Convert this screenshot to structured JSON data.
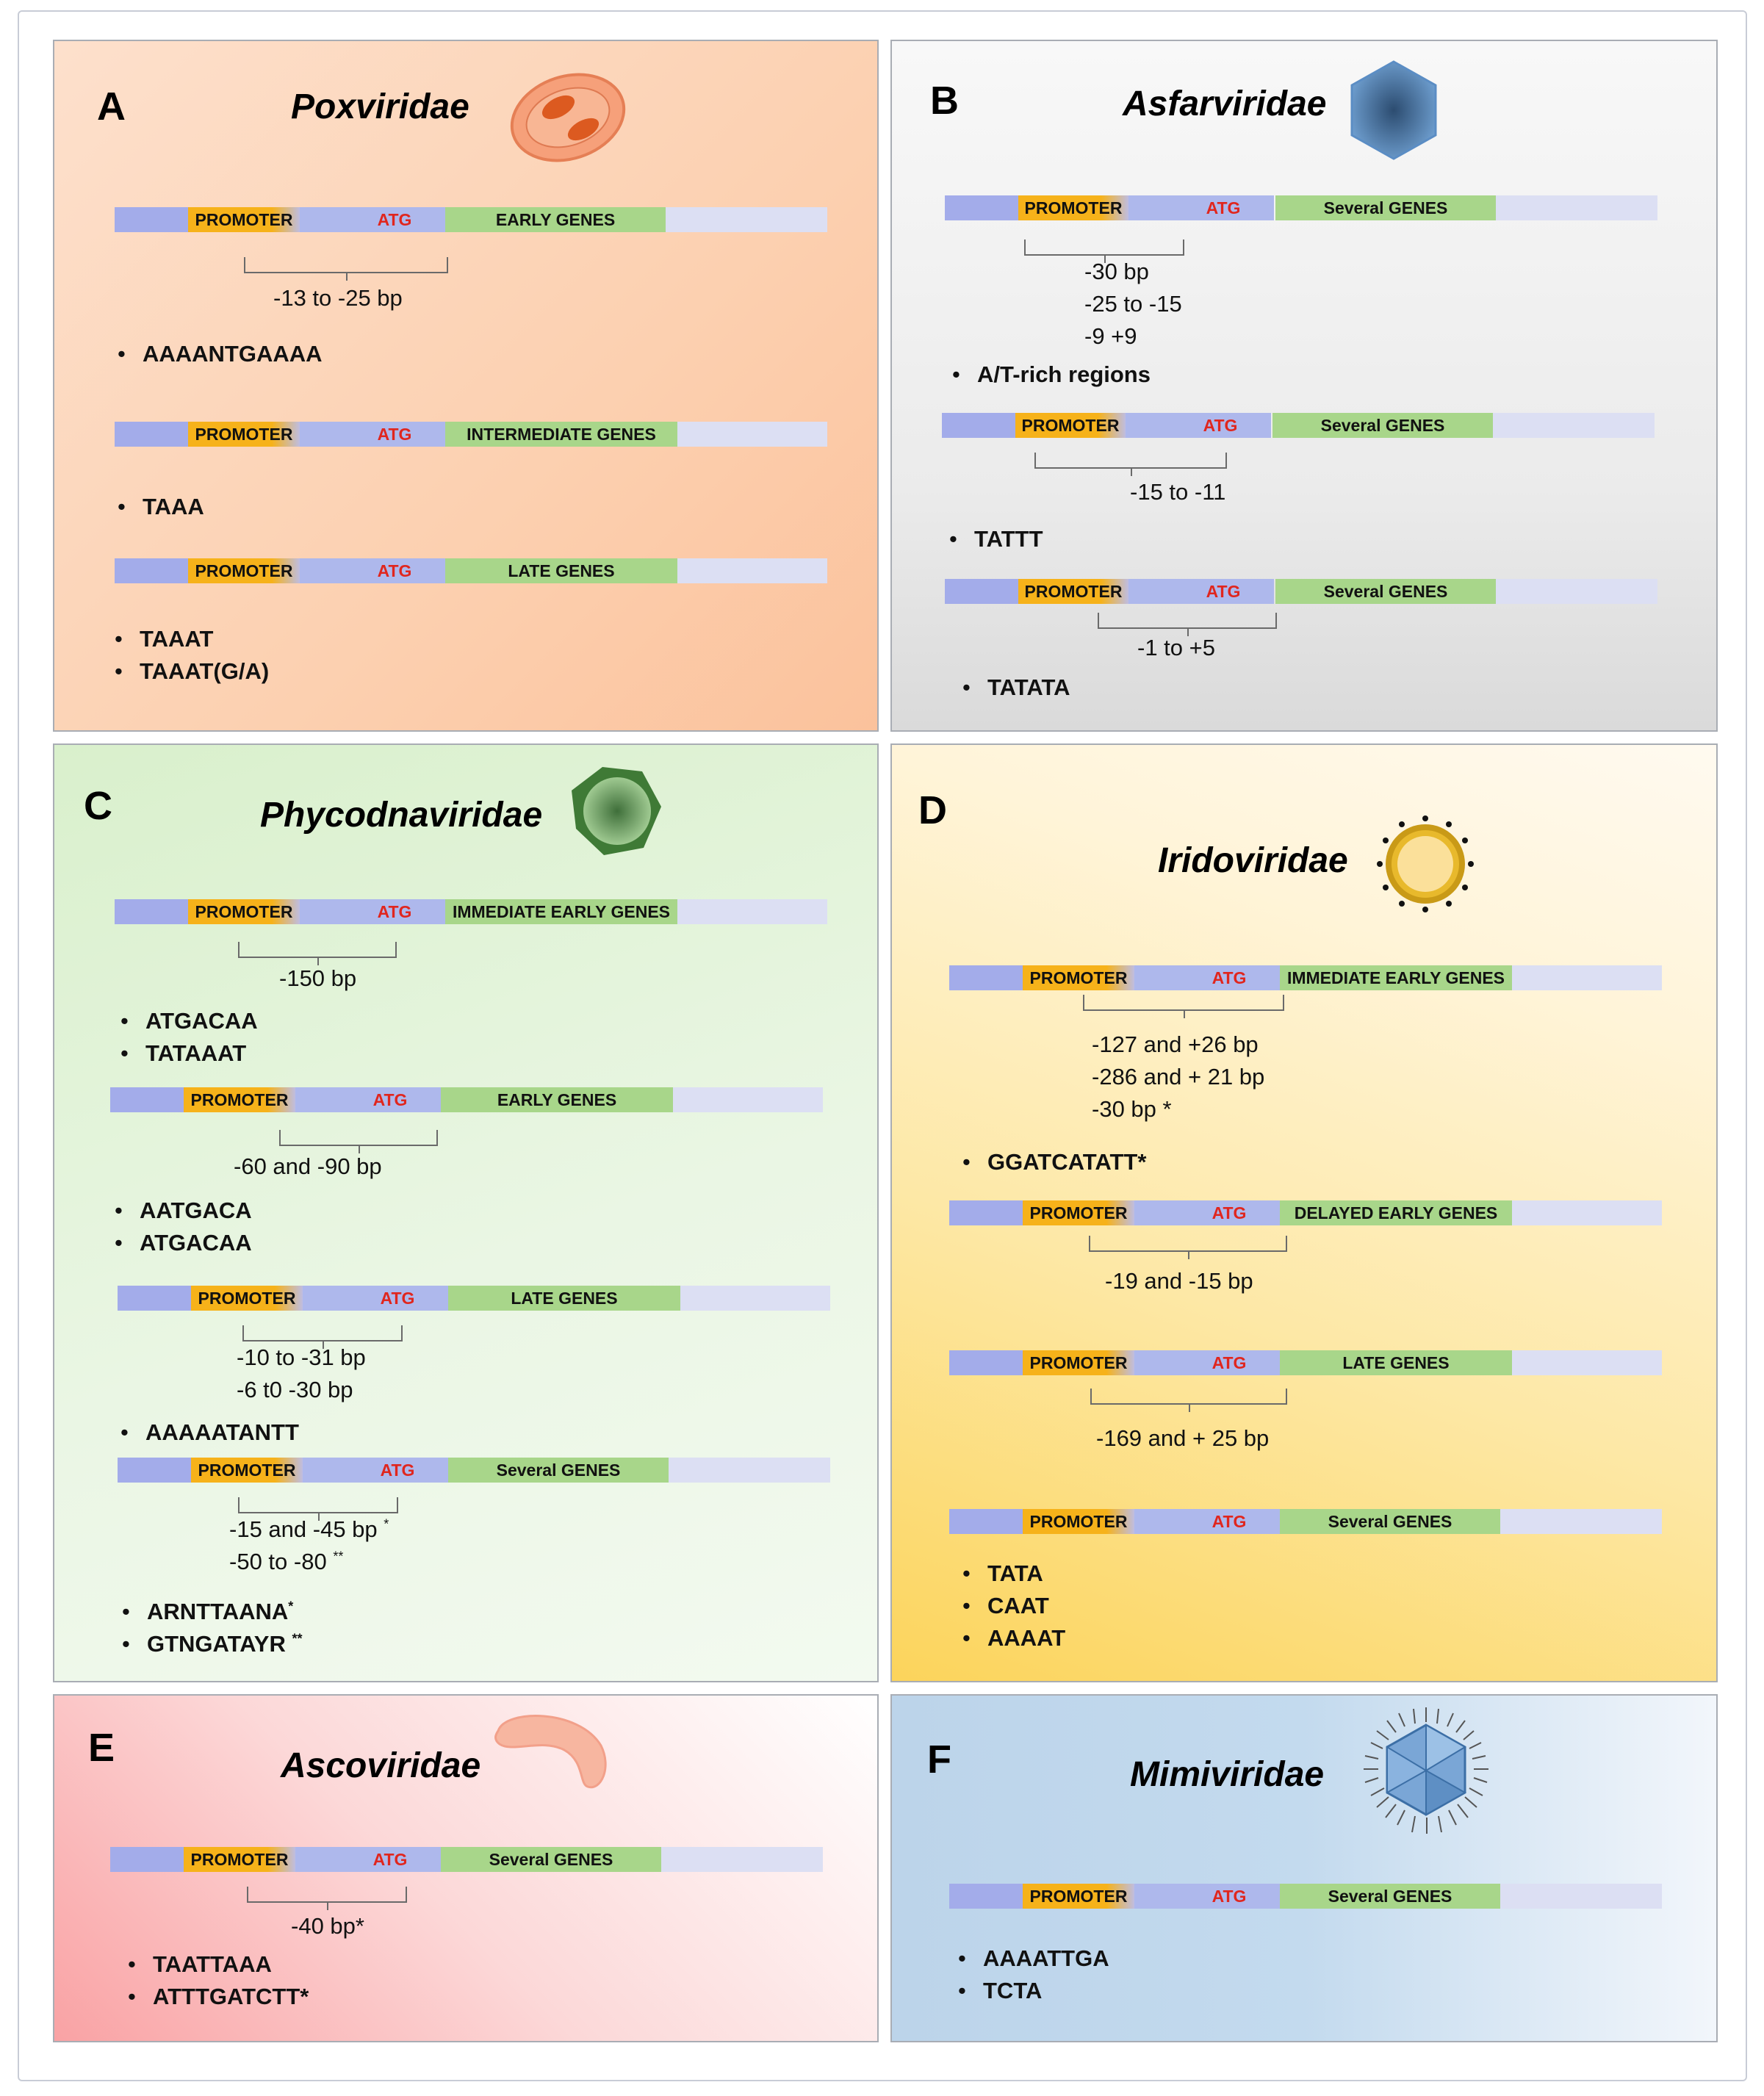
{
  "common": {
    "promoter_label": "PROMOTER",
    "atg_label": "ATG",
    "bullet": "•"
  },
  "panels": {
    "a": {
      "letter": "A",
      "title": "Poxviridae",
      "genes": [
        "EARLY GENES",
        "INTERMEDIATE GENES",
        "LATE GENES"
      ],
      "notes": [
        "-13 to -25 bp"
      ],
      "sequences": [
        "AAAANTGAAAA",
        "TAAA",
        "TAAAT",
        "TAAAT(G/A)"
      ]
    },
    "b": {
      "letter": "B",
      "title": "Asfarviridae",
      "genes": [
        "Several GENES",
        "Several GENES",
        "Several GENES"
      ],
      "notes": [
        "-30 bp",
        "-25 to -15",
        "-9 +9",
        "-15 to -11",
        "-1 to +5"
      ],
      "sequences": [
        "A/T-rich regions",
        "TATTT",
        "TATATA"
      ]
    },
    "c": {
      "letter": "C",
      "title": "Phycodnaviridae",
      "genes": [
        "IMMEDIATE EARLY GENES",
        "EARLY GENES",
        "LATE GENES",
        "Several GENES"
      ],
      "notes": [
        "-150 bp",
        "-60 and -90 bp",
        "-10 to -31 bp",
        "-6 t0 -30 bp",
        "-15 and -45 bp",
        "-50 to -80"
      ],
      "note_marks": [
        "*",
        "**"
      ],
      "sequences": [
        "ATGACAA",
        "TATAAAT",
        "AATGACA",
        "ATGACAA",
        "AAAAATANTT",
        "ARNTTAANA",
        "GTNGATAYR"
      ],
      "sequence_marks": [
        "*",
        "**"
      ]
    },
    "d": {
      "letter": "D",
      "title": "Iridoviridae",
      "genes": [
        "IMMEDIATE EARLY GENES",
        "DELAYED EARLY GENES",
        "LATE GENES",
        "Several GENES"
      ],
      "notes": [
        "-127 and +26 bp",
        "-286 and + 21 bp",
        "-30 bp *",
        "-19 and -15 bp",
        "-169 and + 25 bp"
      ],
      "sequences": [
        "GGATCATATT*",
        "TATA",
        "CAAT",
        "AAAAT"
      ]
    },
    "e": {
      "letter": "E",
      "title": "Ascoviridae",
      "genes": [
        "Several GENES"
      ],
      "notes": [
        "-40 bp*"
      ],
      "sequences": [
        "TAATTAAA",
        "ATTTGATCTT*"
      ]
    },
    "f": {
      "letter": "F",
      "title": "Mimiviridae",
      "genes": [
        "Several GENES"
      ],
      "sequences": [
        "AAAATTGA",
        "TCTA"
      ]
    }
  }
}
